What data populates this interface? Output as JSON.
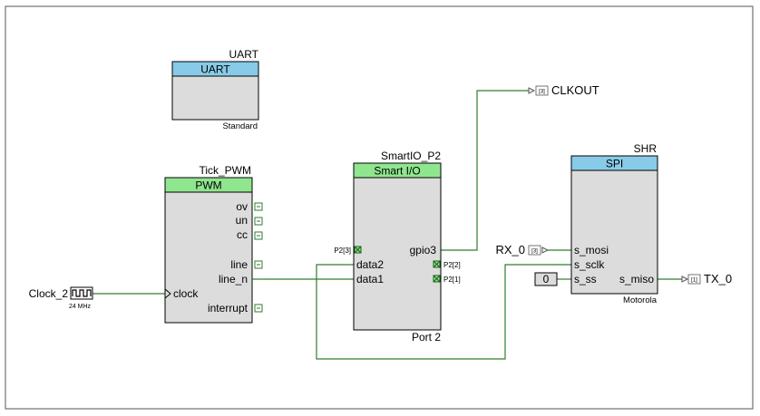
{
  "schematic": {
    "uart": {
      "instance": "UART",
      "header": "UART",
      "footer": "Standard"
    },
    "pwm": {
      "instance": "Tick_PWM",
      "header": "PWM",
      "pins": {
        "ov": "ov",
        "un": "un",
        "cc": "cc",
        "line": "line",
        "line_n": "line_n",
        "interrupt": "interrupt",
        "clock": "clock"
      }
    },
    "smartio": {
      "instance": "SmartIO_P2",
      "header": "Smart I/O",
      "footer": "Port 2",
      "pins": {
        "gpio3": "gpio3",
        "data2": "data2",
        "data1": "data1"
      },
      "ports": {
        "p23": "P2[3]",
        "p22": "P2[2]",
        "p21": "P2[1]"
      }
    },
    "spi": {
      "instance": "SHR",
      "header": "SPI",
      "footer": "Motorola",
      "pins": {
        "s_mosi": "s_mosi",
        "s_sclk": "s_sclk",
        "s_ss": "s_ss",
        "s_miso": "s_miso"
      }
    },
    "clock_src": {
      "name": "Clock_2",
      "freq": "24 MHz"
    },
    "terminals": {
      "clkout": {
        "name": "CLKOUT",
        "pin_tag": "[3]"
      },
      "rx": {
        "name": "RX_0",
        "pin_tag": "[3]"
      },
      "tx": {
        "name": "TX_0",
        "pin_tag": "[1]"
      },
      "const_zero": "0"
    }
  },
  "colors": {
    "wire": "#2e7d2e",
    "block_fill": "#dcdcdc",
    "header_blue": "#87cbe8",
    "header_green": "#8fe68f",
    "border": "#000000"
  }
}
